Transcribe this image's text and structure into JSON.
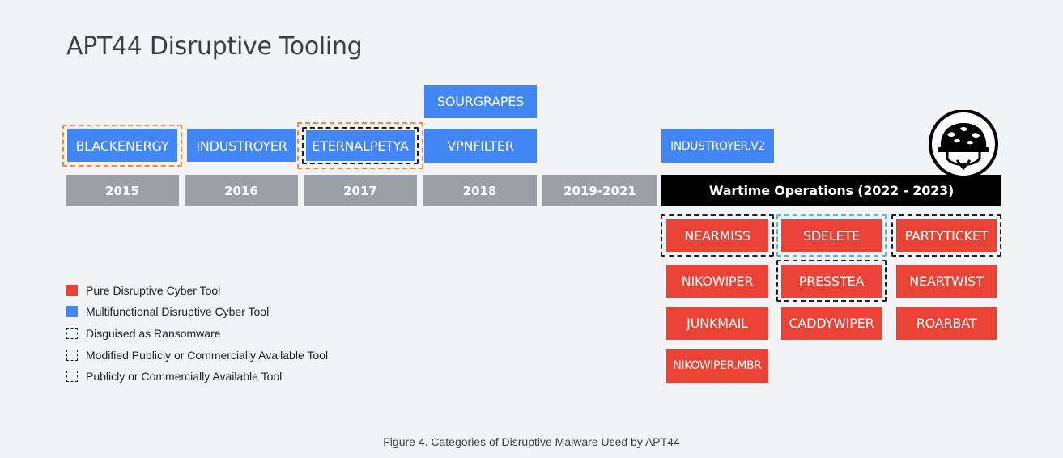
{
  "title": "APT44 Disruptive Tooling",
  "years": [
    "2015",
    "2016",
    "2017",
    "2018",
    "2019-2021"
  ],
  "wartime_label": "Wartime Operations (2022 - 2023)",
  "pre_war_tools": {
    "blackenergy": "BLACKENERGY",
    "industroyer": "INDUSTROYER",
    "eternalpetya": "ETERNALPETYA",
    "sourgrapes": "SOURGRAPES",
    "vpnfilter": "VPNFILTER",
    "industroyer_v2": "INDUSTROYER.V2"
  },
  "wartime_tools": {
    "nearmiss": "NEARMISS",
    "sdelete": "SDELETE",
    "partyticket": "PARTYTICKET",
    "nikowiper": "NIKOWIPER",
    "presstea": "PRESSTEA",
    "neartwist": "NEARTWIST",
    "junkmail": "JUNKMAIL",
    "caddywiper": "CADDYWIPER",
    "roarbat": "ROARBAT",
    "nikowiper_mbr": "NIKOWIPER.MBR"
  },
  "legend": [
    "Pure Disruptive Cyber Tool",
    "Multifunctional Disruptive Cyber Tool",
    "Disguised as Ransomware",
    "Modified Publicly or Commercially Available Tool",
    "Publicly or Commercially Available Tool"
  ],
  "caption": "Figure 4. Categories of Disruptive Malware Used by APT44",
  "colors": {
    "pure_disruptive": "#ea4335",
    "multifunctional": "#4285f4",
    "disguised_ransomware_outline": "#202124",
    "modified_public_outline": "#f4873a",
    "public_tool_outline": "#4fb8e8",
    "year_bar": "#9aa0a6",
    "wartime_bar": "#000000"
  },
  "icons": {
    "helmet": "military-helmet-icon"
  }
}
